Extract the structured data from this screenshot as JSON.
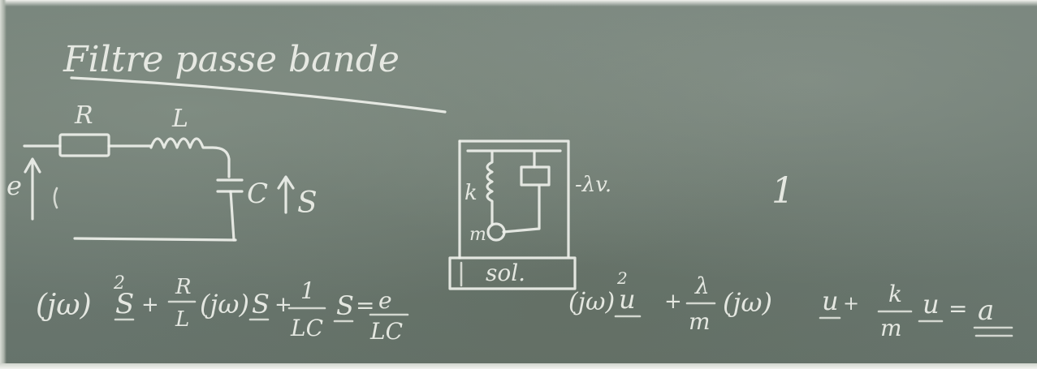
{
  "board": {
    "title": "Filtre passe bande",
    "circuit": {
      "resistor_label": "R",
      "inductor_label": "L",
      "capacitor_label": "C",
      "input_label": "e",
      "output_label": "S"
    },
    "mechanical": {
      "spring_label": "k",
      "damper_label": "-λv.",
      "mass_label": "m",
      "ground_label": "sol."
    },
    "page_number": "1",
    "equation_left": {
      "part1": "(jω)",
      "sup1": "2",
      "part2": "S",
      "plus1": "+",
      "coef1_num": "R",
      "coef1_den": "L",
      "part3": "(jω)",
      "part4": "S",
      "plus2": "+",
      "coef2_num": "1",
      "coef2_den": "LC",
      "part5": "S",
      "equals": "=",
      "rhs_num": "e",
      "rhs_den": "LC"
    },
    "equation_right": {
      "part1": "(jω)",
      "sup1": "2",
      "part2": "u",
      "plus1": "+",
      "coef1_num": "λ",
      "coef1_den": "m",
      "part3": "(jω)",
      "part4": "u",
      "plus2": "+",
      "coef2_num": "k",
      "coef2_den": "m",
      "part5": "u",
      "equals": "=",
      "rhs": "a"
    }
  }
}
